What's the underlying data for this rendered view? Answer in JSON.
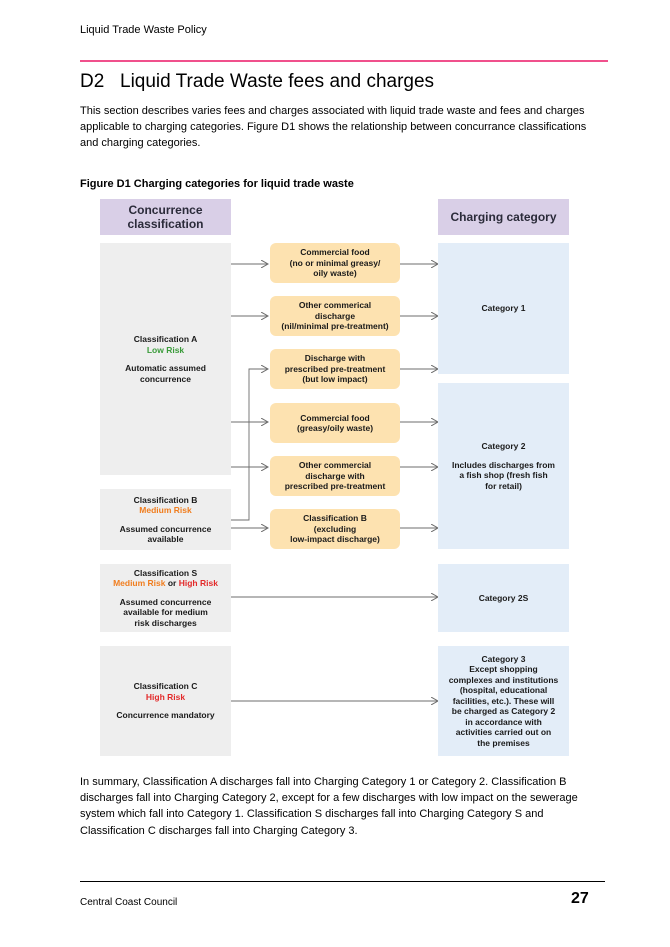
{
  "header": {
    "running_title": "Liquid Trade Waste Policy"
  },
  "section": {
    "number": "D2",
    "title": "Liquid Trade Waste fees and charges",
    "intro": "This section describes varies fees and charges associated with liquid trade waste and fees and charges applicable to charging categories. Figure D1 shows the relationship between concurrance classifications and charging categories."
  },
  "figure": {
    "caption": "Figure D1 Charging categories for liquid trade waste",
    "left_header": [
      "Concurrence",
      "classification"
    ],
    "right_header": "Charging category",
    "classifications": {
      "a": {
        "name": "Classification A",
        "risk": "Low Risk",
        "desc": [
          "Automatic assumed",
          "concurrence"
        ]
      },
      "b": {
        "name": "Classification B",
        "risk": "Medium Risk",
        "desc": [
          "Assumed concurrence",
          "available"
        ]
      },
      "s": {
        "name": "Classification S",
        "risk1": "Medium Risk",
        "joiner": " or ",
        "risk2": "High Risk",
        "desc": [
          "Assumed concurrence",
          "available for medium",
          "risk discharges"
        ]
      },
      "c": {
        "name": "Classification C",
        "risk": "High Risk",
        "desc": [
          "Concurrence mandatory"
        ]
      }
    },
    "discharges": [
      [
        "Commercial food",
        "(no or minimal greasy/",
        "oily waste)"
      ],
      [
        "Other commerical",
        "discharge",
        "(nil/minimal pre-treatment)"
      ],
      [
        "Discharge with",
        "prescribed pre-treatment",
        "(but low impact)"
      ],
      [
        "Commercial food",
        "(greasy/oily waste)"
      ],
      [
        "Other commercial",
        "discharge with",
        "prescribed pre-treatment"
      ],
      [
        "Classification B",
        "(excluding",
        "low-impact discharge)"
      ]
    ],
    "categories": {
      "c1": "Category 1",
      "c2": {
        "title": "Category 2",
        "desc": [
          "Includes discharges from",
          "a fish shop (fresh fish",
          "for retail)"
        ]
      },
      "c2s": "Category 2S",
      "c3": {
        "title": "Category 3",
        "desc": [
          "Except shopping",
          "complexes and institutions",
          "(hospital, educational",
          "facilities, etc.). These will",
          "be charged as Category 2",
          "in accordance with",
          "activities carried out on",
          "the premises"
        ]
      }
    },
    "colors": {
      "header_fill": "#d9cfe7",
      "classification_fill": "#eeeeee",
      "discharge_fill": "#fde2b0",
      "category_fill": "#e3edf8",
      "low_risk": "#3a9b3a",
      "medium_risk": "#f07d1e",
      "high_risk": "#e32a2a"
    }
  },
  "summary": "In summary, Classification A discharges fall into Charging Category 1 or Category 2. Classification B discharges fall into Charging Category 2, except for a few discharges with low impact on the sewerage system which fall into Category 1. Classification S discharges fall into Charging Category S and Classification C discharges fall into Charging Category 3.",
  "footer": {
    "organisation": "Central Coast Council",
    "page_number": "27"
  }
}
